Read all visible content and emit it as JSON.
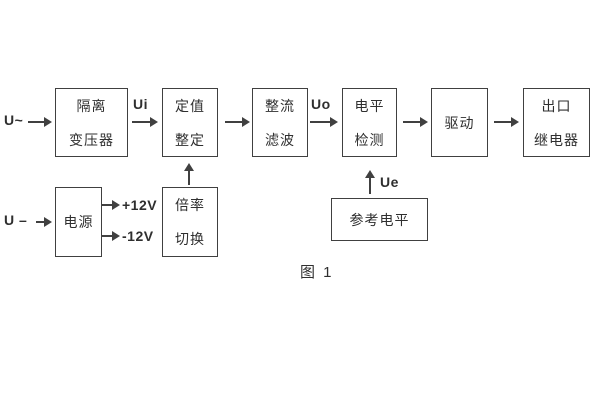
{
  "figure": {
    "caption": "图 1",
    "colors": {
      "line": "#404040",
      "text": "#2f2f2f",
      "background": "#ffffff"
    },
    "inputs": {
      "ac_label": "U~",
      "dc_label": "U –"
    },
    "signals": {
      "ui": "Ui",
      "uo": "Uo",
      "ue": "Ue",
      "plus12": "+12V",
      "minus12": "-12V"
    },
    "blocks": {
      "isolation_transformer": {
        "line1": "隔离",
        "line2": "变压器"
      },
      "setpoint_setting": {
        "line1": "定值",
        "line2": "整定"
      },
      "rectifier_filter": {
        "line1": "整流",
        "line2": "滤波"
      },
      "level_detection": {
        "line1": "电平",
        "line2": "检测"
      },
      "drive": {
        "label": "驱动"
      },
      "output_relay": {
        "line1": "出口",
        "line2": "继电器"
      },
      "power_supply": {
        "label": "电源"
      },
      "ratio_switch": {
        "line1": "倍率",
        "line2": "切换"
      },
      "reference_level": {
        "label": "参考电平"
      }
    }
  }
}
